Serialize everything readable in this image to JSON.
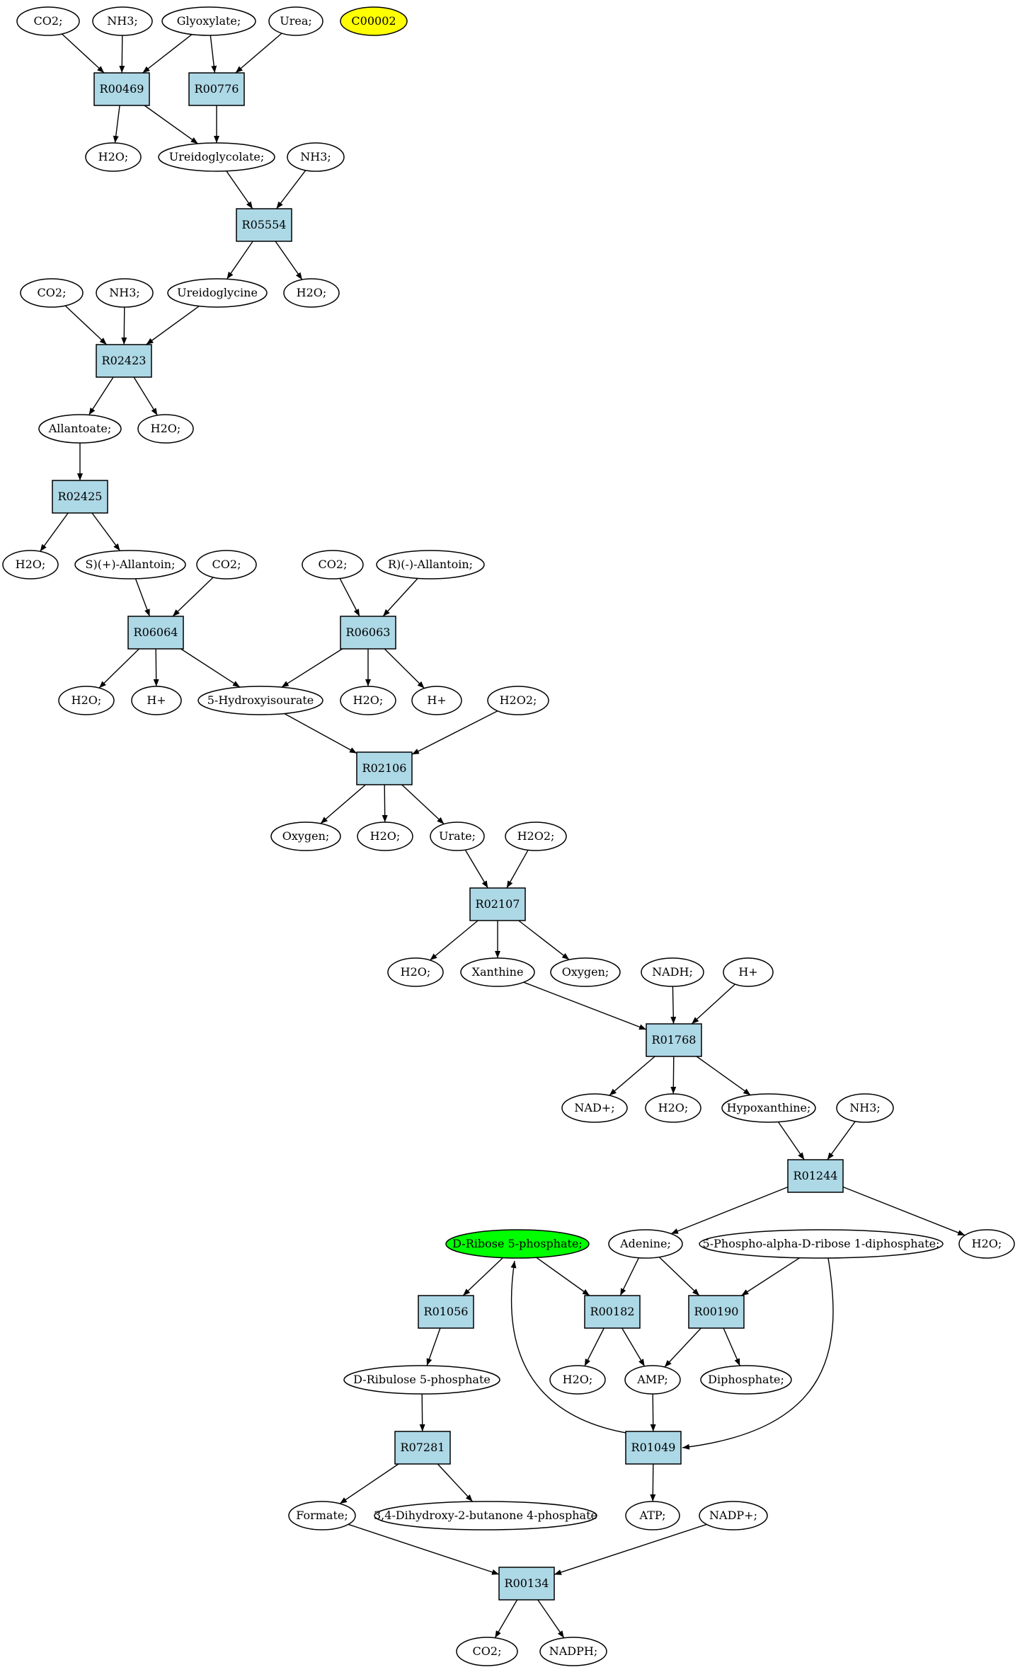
{
  "colors": {
    "reaction_fill": "#add8e6",
    "compound_fill": "#ffffff",
    "highlight_yellow": "#ffff00",
    "highlight_green": "#00ff00"
  },
  "nodes": [
    {
      "id": "co2_1",
      "label": "CO2;",
      "kind": "compound"
    },
    {
      "id": "nh3_1",
      "label": "NH3;",
      "kind": "compound"
    },
    {
      "id": "glyoxylate",
      "label": "Glyoxylate;",
      "kind": "compound"
    },
    {
      "id": "urea",
      "label": "Urea;",
      "kind": "compound"
    },
    {
      "id": "c00002",
      "label": "C00002",
      "kind": "compound",
      "fill": "highlight_yellow"
    },
    {
      "id": "r00469",
      "label": "R00469",
      "kind": "reaction"
    },
    {
      "id": "r00776",
      "label": "R00776",
      "kind": "reaction"
    },
    {
      "id": "h2o_1",
      "label": "H2O;",
      "kind": "compound"
    },
    {
      "id": "ureidoglycolate",
      "label": "Ureidoglycolate;",
      "kind": "compound"
    },
    {
      "id": "nh3_2",
      "label": "NH3;",
      "kind": "compound"
    },
    {
      "id": "r05554",
      "label": "R05554",
      "kind": "reaction"
    },
    {
      "id": "co2_2",
      "label": "CO2;",
      "kind": "compound"
    },
    {
      "id": "nh3_3",
      "label": "NH3;",
      "kind": "compound"
    },
    {
      "id": "ureidoglycine",
      "label": "Ureidoglycine",
      "kind": "compound"
    },
    {
      "id": "h2o_2",
      "label": "H2O;",
      "kind": "compound"
    },
    {
      "id": "r02423",
      "label": "R02423",
      "kind": "reaction"
    },
    {
      "id": "allantoate",
      "label": "Allantoate;",
      "kind": "compound"
    },
    {
      "id": "h2o_3",
      "label": "H2O;",
      "kind": "compound"
    },
    {
      "id": "r02425",
      "label": "R02425",
      "kind": "reaction"
    },
    {
      "id": "h2o_4",
      "label": "H2O;",
      "kind": "compound"
    },
    {
      "id": "s_allantoin",
      "label": "S)(+)-Allantoin;",
      "kind": "compound"
    },
    {
      "id": "co2_3",
      "label": "CO2;",
      "kind": "compound"
    },
    {
      "id": "co2_4",
      "label": "CO2;",
      "kind": "compound"
    },
    {
      "id": "r_allantoin",
      "label": "R)(-)-Allantoin;",
      "kind": "compound"
    },
    {
      "id": "r06064",
      "label": "R06064",
      "kind": "reaction"
    },
    {
      "id": "r06063",
      "label": "R06063",
      "kind": "reaction"
    },
    {
      "id": "h2o_5",
      "label": "H2O;",
      "kind": "compound"
    },
    {
      "id": "hplus_1",
      "label": "H+",
      "kind": "compound"
    },
    {
      "id": "hydroxyisourate",
      "label": "5-Hydroxyisourate",
      "kind": "compound"
    },
    {
      "id": "h2o_6",
      "label": "H2O;",
      "kind": "compound"
    },
    {
      "id": "hplus_2",
      "label": "H+",
      "kind": "compound"
    },
    {
      "id": "h2o2_1",
      "label": "H2O2;",
      "kind": "compound"
    },
    {
      "id": "r02106",
      "label": "R02106",
      "kind": "reaction"
    },
    {
      "id": "oxygen_1",
      "label": "Oxygen;",
      "kind": "compound"
    },
    {
      "id": "h2o_7",
      "label": "H2O;",
      "kind": "compound"
    },
    {
      "id": "urate",
      "label": "Urate;",
      "kind": "compound"
    },
    {
      "id": "h2o2_2",
      "label": "H2O2;",
      "kind": "compound"
    },
    {
      "id": "r02107",
      "label": "R02107",
      "kind": "reaction"
    },
    {
      "id": "h2o_8",
      "label": "H2O;",
      "kind": "compound"
    },
    {
      "id": "xanthine",
      "label": "Xanthine",
      "kind": "compound"
    },
    {
      "id": "oxygen_2",
      "label": "Oxygen;",
      "kind": "compound"
    },
    {
      "id": "nadh",
      "label": "NADH;",
      "kind": "compound"
    },
    {
      "id": "hplus_3",
      "label": "H+",
      "kind": "compound"
    },
    {
      "id": "r01768",
      "label": "R01768",
      "kind": "reaction"
    },
    {
      "id": "nadplus",
      "label": "NAD+;",
      "kind": "compound"
    },
    {
      "id": "h2o_9",
      "label": "H2O;",
      "kind": "compound"
    },
    {
      "id": "hypoxanthine",
      "label": "Hypoxanthine;",
      "kind": "compound"
    },
    {
      "id": "nh3_4",
      "label": "NH3;",
      "kind": "compound"
    },
    {
      "id": "r01244",
      "label": "R01244",
      "kind": "reaction"
    },
    {
      "id": "ribose5p",
      "label": "D-Ribose 5-phosphate;",
      "kind": "compound",
      "fill": "highlight_green"
    },
    {
      "id": "adenine",
      "label": "Adenine;",
      "kind": "compound"
    },
    {
      "id": "prpp",
      "label": "5-Phospho-alpha-D-ribose 1-diphosphate;",
      "kind": "compound"
    },
    {
      "id": "h2o_10",
      "label": "H2O;",
      "kind": "compound"
    },
    {
      "id": "r01056",
      "label": "R01056",
      "kind": "reaction"
    },
    {
      "id": "r00182",
      "label": "R00182",
      "kind": "reaction"
    },
    {
      "id": "r00190",
      "label": "R00190",
      "kind": "reaction"
    },
    {
      "id": "ribulose5p",
      "label": "D-Ribulose 5-phosphate",
      "kind": "compound"
    },
    {
      "id": "h2o_11",
      "label": "H2O;",
      "kind": "compound"
    },
    {
      "id": "amp",
      "label": "AMP;",
      "kind": "compound"
    },
    {
      "id": "diphosphate",
      "label": "Diphosphate;",
      "kind": "compound"
    },
    {
      "id": "r07281",
      "label": "R07281",
      "kind": "reaction"
    },
    {
      "id": "r01049",
      "label": "R01049",
      "kind": "reaction"
    },
    {
      "id": "formate",
      "label": "Formate;",
      "kind": "compound"
    },
    {
      "id": "dhbp",
      "label": "3,4-Dihydroxy-2-butanone 4-phosphate",
      "kind": "compound"
    },
    {
      "id": "atp",
      "label": "ATP;",
      "kind": "compound"
    },
    {
      "id": "nadpplus",
      "label": "NADP+;",
      "kind": "compound"
    },
    {
      "id": "r00134",
      "label": "R00134",
      "kind": "reaction"
    },
    {
      "id": "co2_5",
      "label": "CO2;",
      "kind": "compound"
    },
    {
      "id": "nadph",
      "label": "NADPH;",
      "kind": "compound"
    }
  ],
  "edges": [
    {
      "from": "co2_1",
      "to": "r00469"
    },
    {
      "from": "nh3_1",
      "to": "r00469"
    },
    {
      "from": "glyoxylate",
      "to": "r00469"
    },
    {
      "from": "glyoxylate",
      "to": "r00776"
    },
    {
      "from": "urea",
      "to": "r00776"
    },
    {
      "from": "r00469",
      "to": "h2o_1"
    },
    {
      "from": "r00469",
      "to": "ureidoglycolate"
    },
    {
      "from": "r00776",
      "to": "ureidoglycolate"
    },
    {
      "from": "ureidoglycolate",
      "to": "r05554"
    },
    {
      "from": "nh3_2",
      "to": "r05554"
    },
    {
      "from": "r05554",
      "to": "ureidoglycine"
    },
    {
      "from": "r05554",
      "to": "h2o_2"
    },
    {
      "from": "co2_2",
      "to": "r02423"
    },
    {
      "from": "nh3_3",
      "to": "r02423"
    },
    {
      "from": "ureidoglycine",
      "to": "r02423"
    },
    {
      "from": "r02423",
      "to": "allantoate"
    },
    {
      "from": "r02423",
      "to": "h2o_3"
    },
    {
      "from": "allantoate",
      "to": "r02425"
    },
    {
      "from": "r02425",
      "to": "h2o_4"
    },
    {
      "from": "r02425",
      "to": "s_allantoin"
    },
    {
      "from": "s_allantoin",
      "to": "r06064"
    },
    {
      "from": "co2_3",
      "to": "r06064"
    },
    {
      "from": "co2_4",
      "to": "r06063"
    },
    {
      "from": "r_allantoin",
      "to": "r06063"
    },
    {
      "from": "r06064",
      "to": "h2o_5"
    },
    {
      "from": "r06064",
      "to": "hplus_1"
    },
    {
      "from": "r06064",
      "to": "hydroxyisourate"
    },
    {
      "from": "r06063",
      "to": "hydroxyisourate"
    },
    {
      "from": "r06063",
      "to": "h2o_6"
    },
    {
      "from": "r06063",
      "to": "hplus_2"
    },
    {
      "from": "hydroxyisourate",
      "to": "r02106"
    },
    {
      "from": "h2o2_1",
      "to": "r02106"
    },
    {
      "from": "r02106",
      "to": "oxygen_1"
    },
    {
      "from": "r02106",
      "to": "h2o_7"
    },
    {
      "from": "r02106",
      "to": "urate"
    },
    {
      "from": "urate",
      "to": "r02107"
    },
    {
      "from": "h2o2_2",
      "to": "r02107"
    },
    {
      "from": "r02107",
      "to": "h2o_8"
    },
    {
      "from": "r02107",
      "to": "xanthine"
    },
    {
      "from": "r02107",
      "to": "oxygen_2"
    },
    {
      "from": "xanthine",
      "to": "r01768"
    },
    {
      "from": "nadh",
      "to": "r01768"
    },
    {
      "from": "hplus_3",
      "to": "r01768"
    },
    {
      "from": "r01768",
      "to": "nadplus"
    },
    {
      "from": "r01768",
      "to": "h2o_9"
    },
    {
      "from": "r01768",
      "to": "hypoxanthine"
    },
    {
      "from": "hypoxanthine",
      "to": "r01244"
    },
    {
      "from": "nh3_4",
      "to": "r01244"
    },
    {
      "from": "r01244",
      "to": "adenine"
    },
    {
      "from": "r01244",
      "to": "h2o_10"
    },
    {
      "from": "ribose5p",
      "to": "r01056"
    },
    {
      "from": "ribose5p",
      "to": "r00182"
    },
    {
      "from": "adenine",
      "to": "r00182"
    },
    {
      "from": "adenine",
      "to": "r00190"
    },
    {
      "from": "prpp",
      "to": "r00190"
    },
    {
      "from": "r01056",
      "to": "ribulose5p"
    },
    {
      "from": "r00182",
      "to": "h2o_11"
    },
    {
      "from": "r00182",
      "to": "amp"
    },
    {
      "from": "r00190",
      "to": "amp"
    },
    {
      "from": "r00190",
      "to": "diphosphate"
    },
    {
      "from": "ribulose5p",
      "to": "r07281"
    },
    {
      "from": "amp",
      "to": "r01049"
    },
    {
      "from": "prpp",
      "to": "r01049",
      "curve": true
    },
    {
      "from": "r01049",
      "to": "ribose5p",
      "curve": true
    },
    {
      "from": "r07281",
      "to": "formate"
    },
    {
      "from": "r07281",
      "to": "dhbp"
    },
    {
      "from": "r01049",
      "to": "atp"
    },
    {
      "from": "formate",
      "to": "r00134"
    },
    {
      "from": "nadpplus",
      "to": "r00134"
    },
    {
      "from": "r00134",
      "to": "co2_5"
    },
    {
      "from": "r00134",
      "to": "nadph"
    }
  ]
}
